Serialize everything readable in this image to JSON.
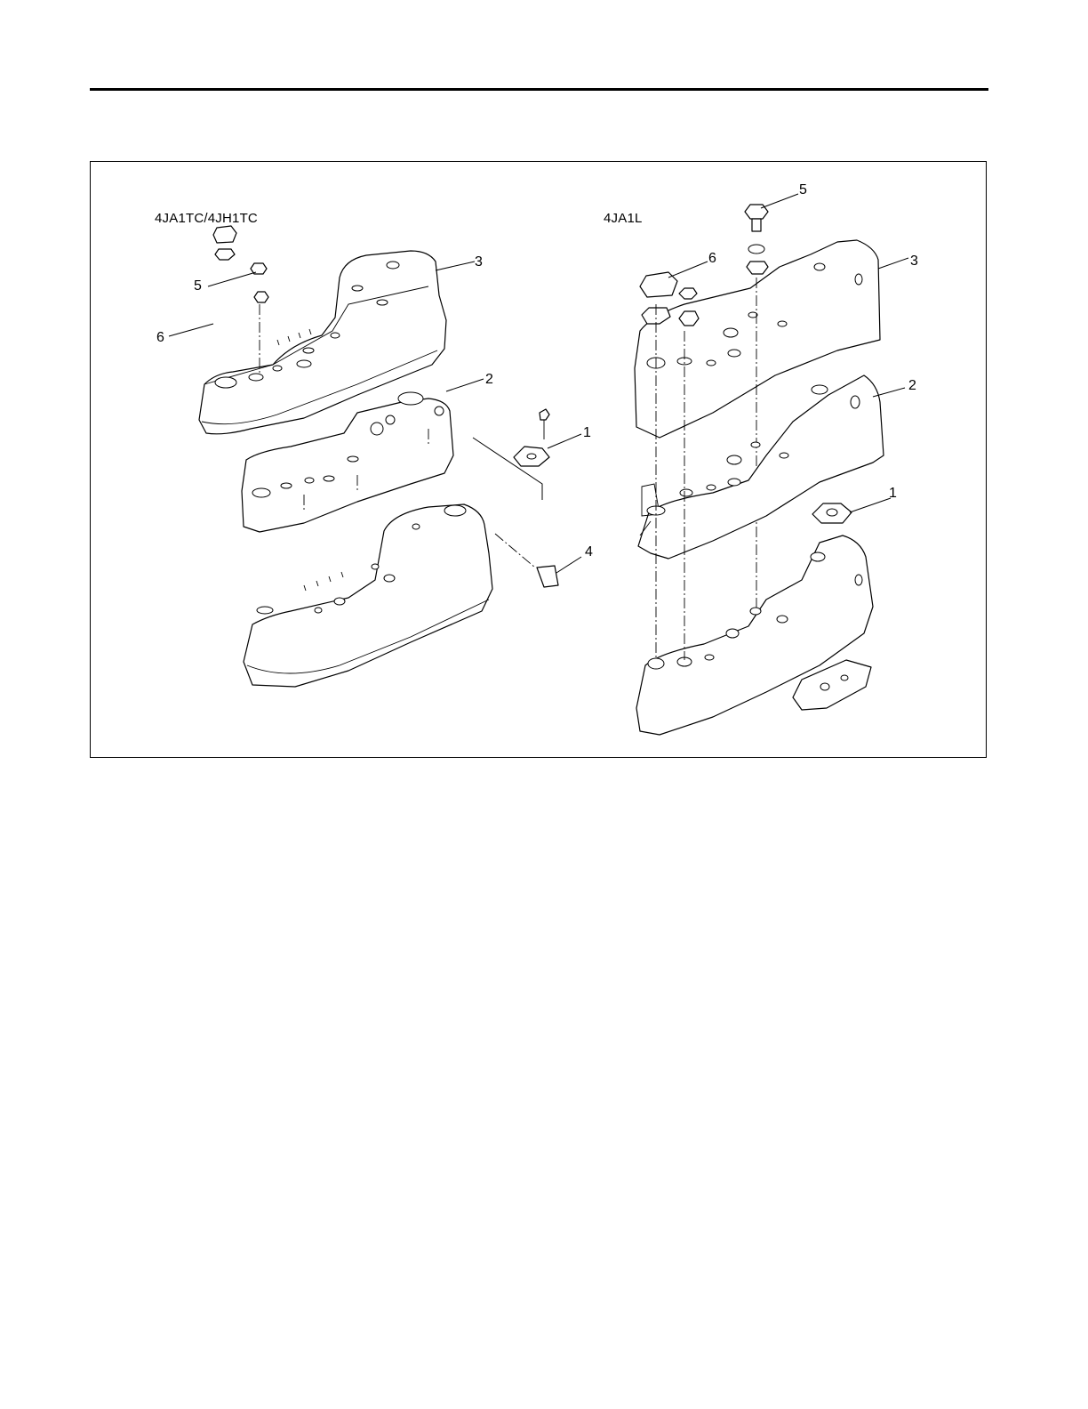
{
  "variants": [
    {
      "label": "4JA1TC/4JH1TC",
      "callouts": [
        "1",
        "2",
        "3",
        "4",
        "5",
        "6"
      ]
    },
    {
      "label": "4JA1L",
      "callouts": [
        "1",
        "2",
        "3",
        "5",
        "6"
      ]
    }
  ]
}
